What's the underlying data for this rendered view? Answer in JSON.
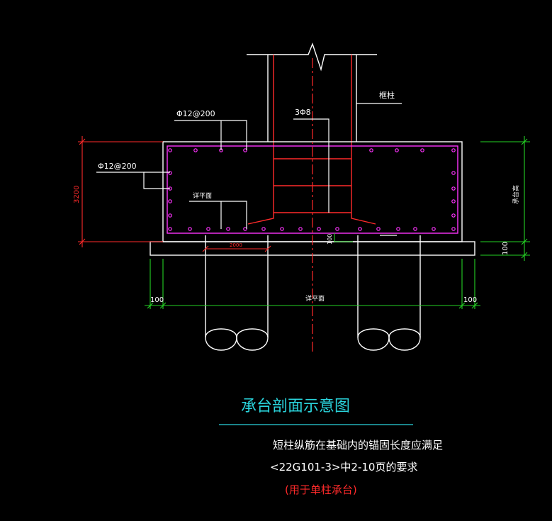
{
  "drawing": {
    "title": "承台剖面示意图",
    "notes": {
      "line1": "短柱纵筋在基础内的锚固长度应满足",
      "line2": "<22G101-3>中2-10页的要求",
      "line3": "(用于单柱承台)"
    },
    "labels": {
      "rebar_top": "Φ12@200",
      "rebar_side": "Φ12@200",
      "stirrup": "3Φ8",
      "column": "框柱",
      "detail_plan_upper": "详平面",
      "detail_plan_lower": "详平面",
      "width_right": "承台高",
      "dim_3200": "3200",
      "dim_2000": "2000",
      "dim_100_left": "100",
      "dim_100_right": "100",
      "dim_100_vertical": "100",
      "dim_100_small": "100"
    },
    "colors": {
      "background": "#000000",
      "outline": "#ffffff",
      "rebar": "#ff33ff",
      "column_bars": "#ff2a2a",
      "dimension": "#25d225",
      "centerline": "#ff2a2a",
      "title": "#2ad4dc"
    }
  }
}
